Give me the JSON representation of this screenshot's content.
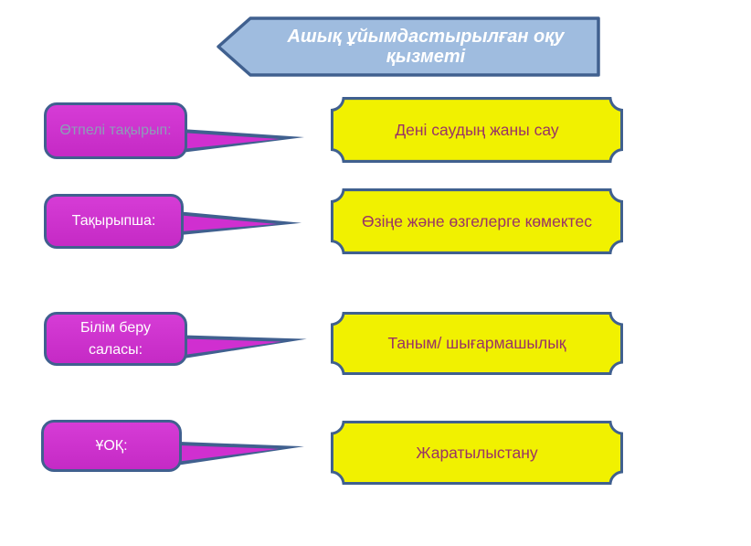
{
  "title": {
    "text": "Ашық ұйымдастырылған оқу қызметі"
  },
  "rows": [
    {
      "label": "Өтпелі тақырып:",
      "value": "Дені саудың жаны сау"
    },
    {
      "label": "Тақырыпша:",
      "value": "Өзіңе және өзгелерге көмектес"
    },
    {
      "label": "Білім беру саласы:",
      "value": "Таным/ шығармашылық"
    },
    {
      "label": "ҰОҚ:",
      "value": "Жаратылыстану"
    }
  ],
  "colors": {
    "magenta_fill": "#d02fd0",
    "yellow_fill": "#f1f100",
    "border_blue": "#40608f",
    "title_fill": "#9fbcdf",
    "title_text": "#ffffff",
    "value_text": "#993366",
    "muted_label_text": "#8d9db8",
    "background": "#ffffff"
  }
}
